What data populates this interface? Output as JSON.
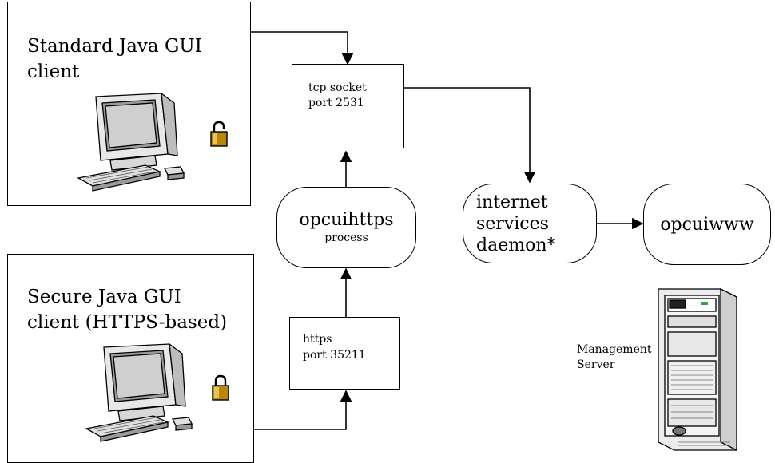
{
  "clients": {
    "standard": {
      "label_line1": "Standard Java GUI",
      "label_line2": "client"
    },
    "secure": {
      "label_line1": "Secure Java GUI",
      "label_line2": "client (HTTPS-based)"
    }
  },
  "nodes": {
    "tcp": {
      "line1": "tcp socket",
      "line2": "port 2531"
    },
    "https": {
      "line1": "https",
      "line2": "port 35211"
    },
    "opcuihttps": {
      "name": "opcuihttps",
      "sub": "process"
    },
    "inetd": {
      "line1": "internet",
      "line2": "services",
      "line3": "daemon*"
    },
    "opcuiwww": {
      "name": "opcuiwww"
    }
  },
  "server": {
    "label_line1": "Management",
    "label_line2": "Server"
  },
  "icons": [
    "computer-icon",
    "padlock-open-icon",
    "padlock-closed-icon",
    "server-tower-icon"
  ],
  "colors": {
    "padlock": "#b8860b",
    "padlock_highlight": "#e8c25a",
    "stroke": "#000000"
  }
}
